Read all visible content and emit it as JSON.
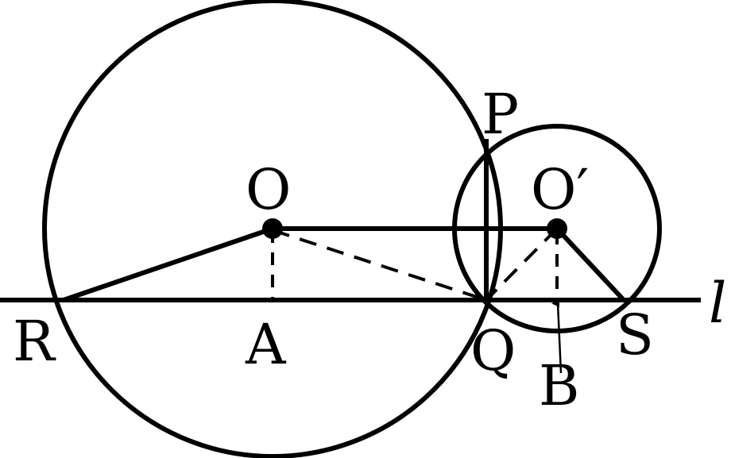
{
  "labels": {
    "P": "P",
    "O": "O",
    "O_prime": "O′",
    "R": "R",
    "A": "A",
    "Q": "Q",
    "B": "B",
    "S": "S",
    "line_l": "l"
  }
}
